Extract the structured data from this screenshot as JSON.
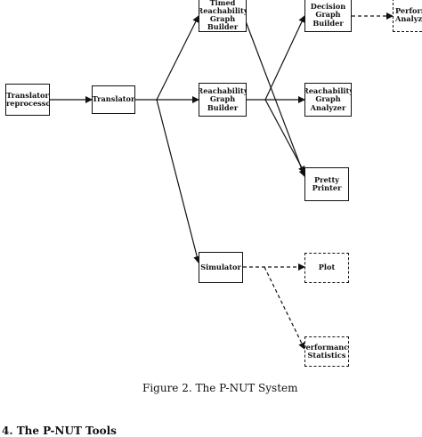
{
  "nodes": {
    "translator_preprocessor": "Translator\nPreprocessor",
    "translator": "Translator",
    "timed_reachability_graph_builder": "Timed\nReachability\nGraph Builder",
    "reachability_graph_builder": "Reachability\nGraph\nBuilder",
    "simulator": "Simulator",
    "decision_graph_builder": "Decision\nGraph\nBuilder",
    "reachability_graph_analyzer": "Reachability\nGraph\nAnalyzer",
    "pretty_printer": "Pretty\nPrinter",
    "plot": "Plot",
    "performance_statistics": "Performance\nStatistics",
    "performance_analyzer": "Performance\nAnalyzer"
  },
  "caption": "Figure 2. The P-NUT System",
  "section_heading": "4. The P-NUT Tools"
}
